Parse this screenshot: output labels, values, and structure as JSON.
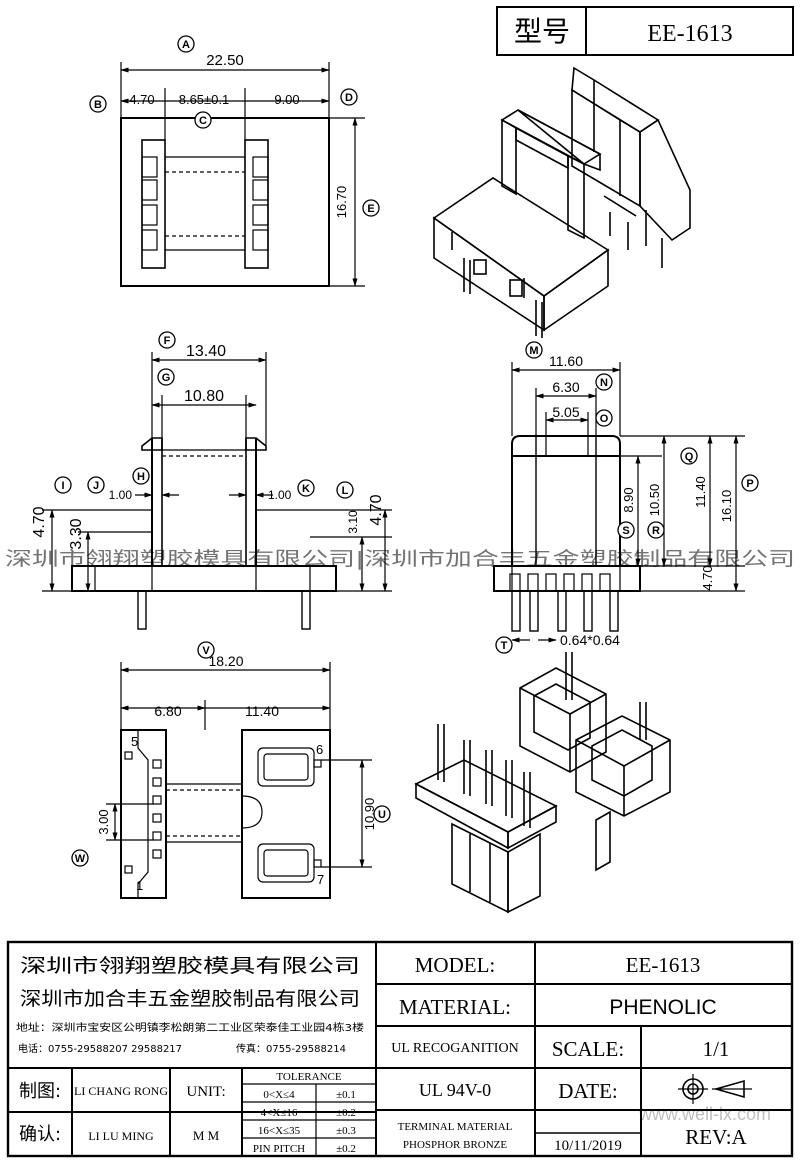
{
  "header": {
    "label_model": "型号",
    "value_model": "EE-1613"
  },
  "top_view": {
    "dim_overall": "22.50",
    "dim_left": "4.70",
    "dim_mid": "8.65±0.1",
    "dim_right": "9.00",
    "dim_height": "16.70",
    "tags": [
      "A",
      "B",
      "C",
      "D",
      "E"
    ]
  },
  "front_view": {
    "dim_top": "13.40",
    "dim_inner": "10.80",
    "dim_wall_l": "1.00",
    "dim_wall_r": "1.00",
    "dim_left_a": "4.70",
    "dim_left_b": "3.30",
    "dim_right_a": "3.10",
    "dim_right_b": "4.70",
    "tags": [
      "F",
      "G",
      "H",
      "I",
      "J",
      "K",
      "L"
    ]
  },
  "side_view": {
    "dim_width": "11.60",
    "dim_mid": "6.30",
    "dim_inner": "5.05",
    "dim_h1": "8.90",
    "dim_h2": "10.50",
    "dim_h3": "11.40",
    "dim_h4": "16.10",
    "dim_pin_len": "4.70",
    "dim_pin": "0.64*0.64",
    "tags": [
      "M",
      "N",
      "O",
      "Q",
      "P",
      "R",
      "S",
      "T"
    ]
  },
  "bottom_view": {
    "dim_overall": "18.20",
    "dim_left": "6.80",
    "dim_right": "11.40",
    "dim_pitch": "3.00",
    "dim_height": "10.90",
    "pin_labels": [
      "5",
      "6",
      "1",
      "7"
    ],
    "tags": [
      "V",
      "U",
      "W"
    ]
  },
  "watermark": "深圳市翎翔塑胶模具有限公司|深圳市加合丰五金塑胶制品有限公司",
  "watermark_url": "www.well-lx.com",
  "title_block": {
    "company1": "深圳市翎翔塑胶模具有限公司",
    "company2": "深圳市加合丰五金塑胶制品有限公司",
    "address": "地址：深圳市宝安区公明镇李松朗第二工业区荣泰佳工业园4栋3楼",
    "phone": "电话：0755-29588207 29588217",
    "fax": "传真：0755-29588214",
    "model_label": "MODEL:",
    "model_value": "EE-1613",
    "material_label": "MATERIAL:",
    "material_value": "PHENOLIC",
    "ul_label": "UL RECOGANITION",
    "ul_value": "UL 94V-0",
    "scale_label": "SCALE:",
    "scale_value": "1/1",
    "date_label": "DATE:",
    "date_value": "10/11/2019",
    "rev_label": "REV:A",
    "drawn_label": "制图:",
    "drawn_by": "LI CHANG RONG",
    "check_label": "确认:",
    "checked_by": "LI LU MING",
    "unit_label": "UNIT:",
    "unit_value": "M M",
    "tolerance_title": "TOLERANCE",
    "tolerance_rows": [
      {
        "range": "0<X≤4",
        "tol": "±0.1"
      },
      {
        "range": "4<X≤16",
        "tol": "±0.2"
      },
      {
        "range": "16<X≤35",
        "tol": "±0.3"
      },
      {
        "range": "PIN PITCH",
        "tol": "±0.2"
      }
    ],
    "terminal_label": "TERMINAL MATERIAL",
    "terminal_value": "PHOSPHOR  BRONZE"
  }
}
